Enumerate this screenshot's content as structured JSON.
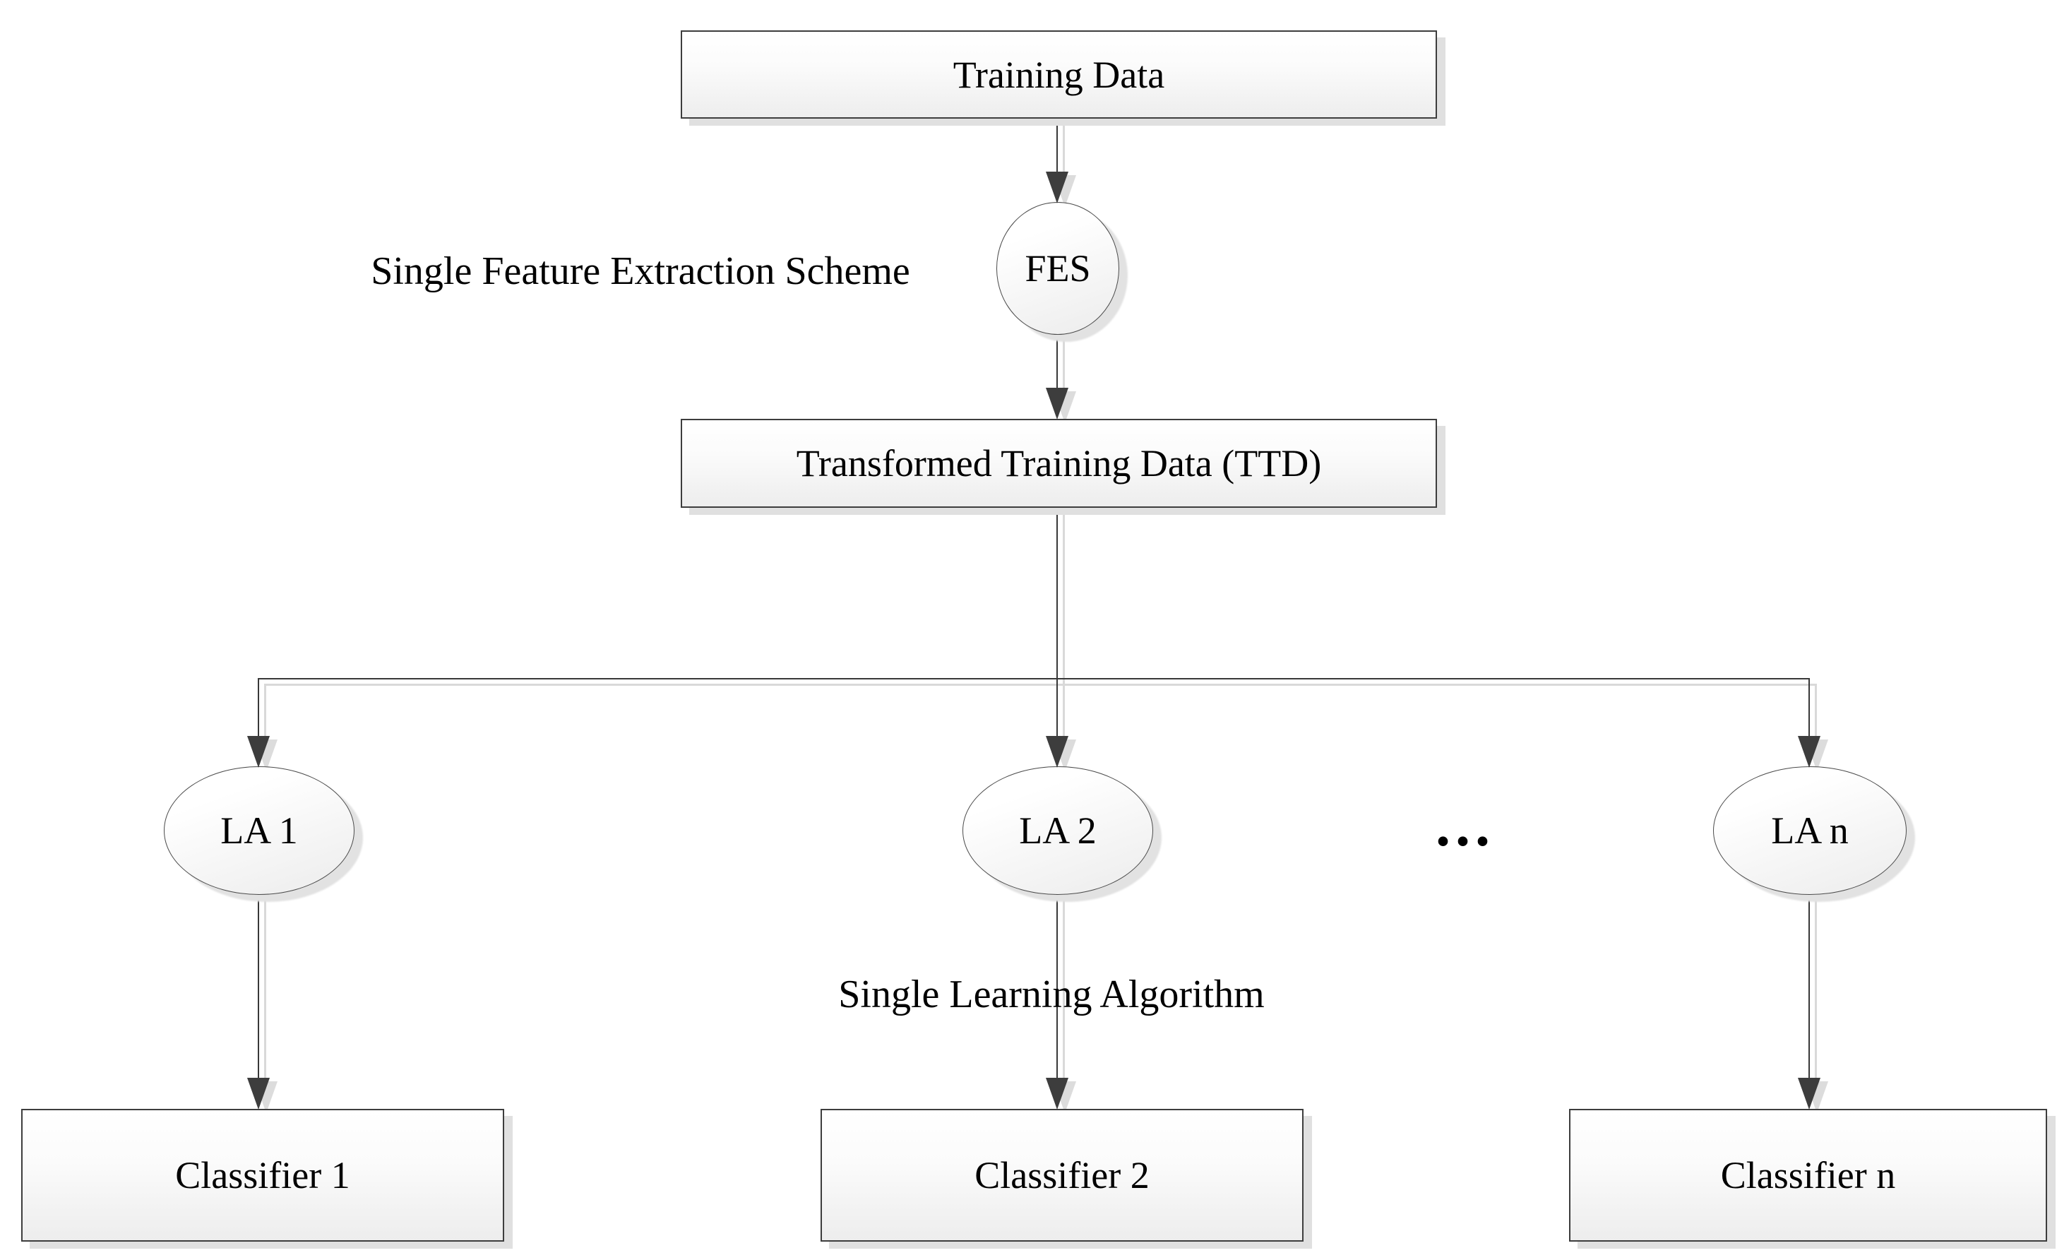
{
  "diagram": {
    "nodes": {
      "training_data": {
        "label": "Training Data",
        "shape": "box"
      },
      "fes": {
        "label": "FES",
        "shape": "ellipse"
      },
      "ttd": {
        "label": "Transformed Training Data (TTD)",
        "shape": "box"
      },
      "la1": {
        "label": "LA 1",
        "shape": "ellipse"
      },
      "la2": {
        "label": "LA 2",
        "shape": "ellipse"
      },
      "lan": {
        "label": "LA n",
        "shape": "ellipse"
      },
      "classifier1": {
        "label": "Classifier 1",
        "shape": "box"
      },
      "classifier2": {
        "label": "Classifier 2",
        "shape": "box"
      },
      "classifiern": {
        "label": "Classifier n",
        "shape": "box"
      }
    },
    "annotations": {
      "feature_scheme": "Single Feature Extraction Scheme",
      "learning_algorithm": "Single Learning Algorithm",
      "ellipsis": "..."
    },
    "edges": [
      {
        "from": "training_data",
        "to": "fes"
      },
      {
        "from": "fes",
        "to": "ttd"
      },
      {
        "from": "ttd",
        "to": "la1"
      },
      {
        "from": "ttd",
        "to": "la2"
      },
      {
        "from": "ttd",
        "to": "lan"
      },
      {
        "from": "la1",
        "to": "classifier1"
      },
      {
        "from": "la2",
        "to": "classifier2"
      },
      {
        "from": "lan",
        "to": "classifiern"
      }
    ],
    "colors": {
      "background": "#ffffff",
      "node_border": "#3d3d3d",
      "node_fill_top": "#ffffff",
      "node_fill_bottom": "#ededed",
      "node_shadow": "#e0e0e0",
      "line": "#383838",
      "line_shadow": "#d9d9d9",
      "arrowhead": "#3d3d3d",
      "text": "#000000"
    }
  }
}
